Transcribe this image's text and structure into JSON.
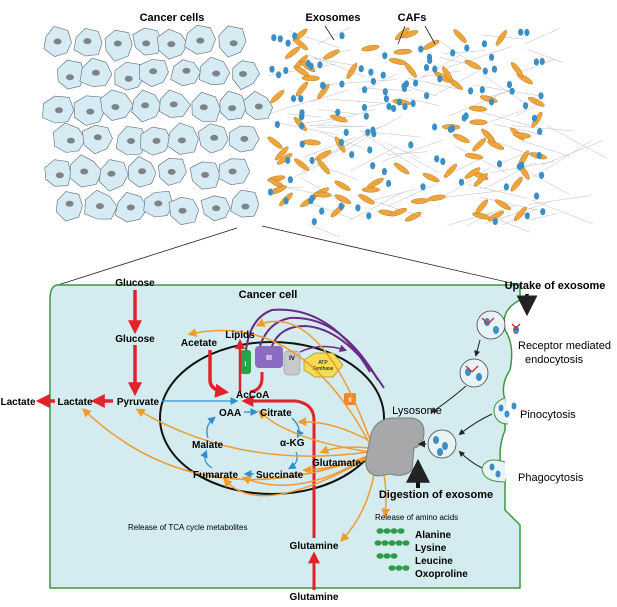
{
  "top_labels": {
    "cancer_cells": "Cancer cells",
    "exosomes": "Exosomes",
    "cafs": "CAFs"
  },
  "cell": {
    "title": "Cancer cell",
    "uptake_title": "Uptake of exosome",
    "receptor": [
      "Receptor mediated",
      "endocytosis"
    ],
    "pinocytosis": "Pinocytosis",
    "phagocytosis": "Phagocytosis",
    "lysosome": "Lysosome",
    "digestion": "Digestion of exosome",
    "release_amino": "Release of amino acids",
    "amino_acids": [
      "Alanine",
      "Lysine",
      "Leucine",
      "Oxoproline"
    ],
    "release_tca": "Release of TCA cycle metabolites"
  },
  "metabolites": {
    "glucose_out": "Glucose",
    "glucose_in": "Glucose",
    "pyruvate": "Pyruvate",
    "lactate_in": "Lactate",
    "lactate_out": "Lactate",
    "acetate": "Acetate",
    "lipids": "Lipids",
    "accoa": "AcCoA",
    "oaa": "OAA",
    "citrate": "Citrate",
    "malate": "Malate",
    "akg": "α-KG",
    "fumarate": "Fumarate",
    "succinate": "Succinate",
    "glutamate": "Glutamate",
    "glutamine_in": "Glutamine",
    "glutamine_out": "Glutamine"
  },
  "etc": {
    "complex_1": "I",
    "complex_2": "II",
    "complex_3": "III",
    "complex_4": "IV",
    "atp_synthase_1": "ATP",
    "atp_synthase_2": "Synthase"
  },
  "colors": {
    "cell_fill": "#d4ecef",
    "cell_border": "#3a9a3a",
    "red_arrow": "#e0222a",
    "orange_arrow": "#f29a2e",
    "blue_arrow": "#2e8fcf",
    "purple_arrow": "#6a2b86",
    "exosome": "#3b8fc4",
    "caf": "#f0a53a",
    "cancer_cell_fill": "#d7ebf4"
  }
}
